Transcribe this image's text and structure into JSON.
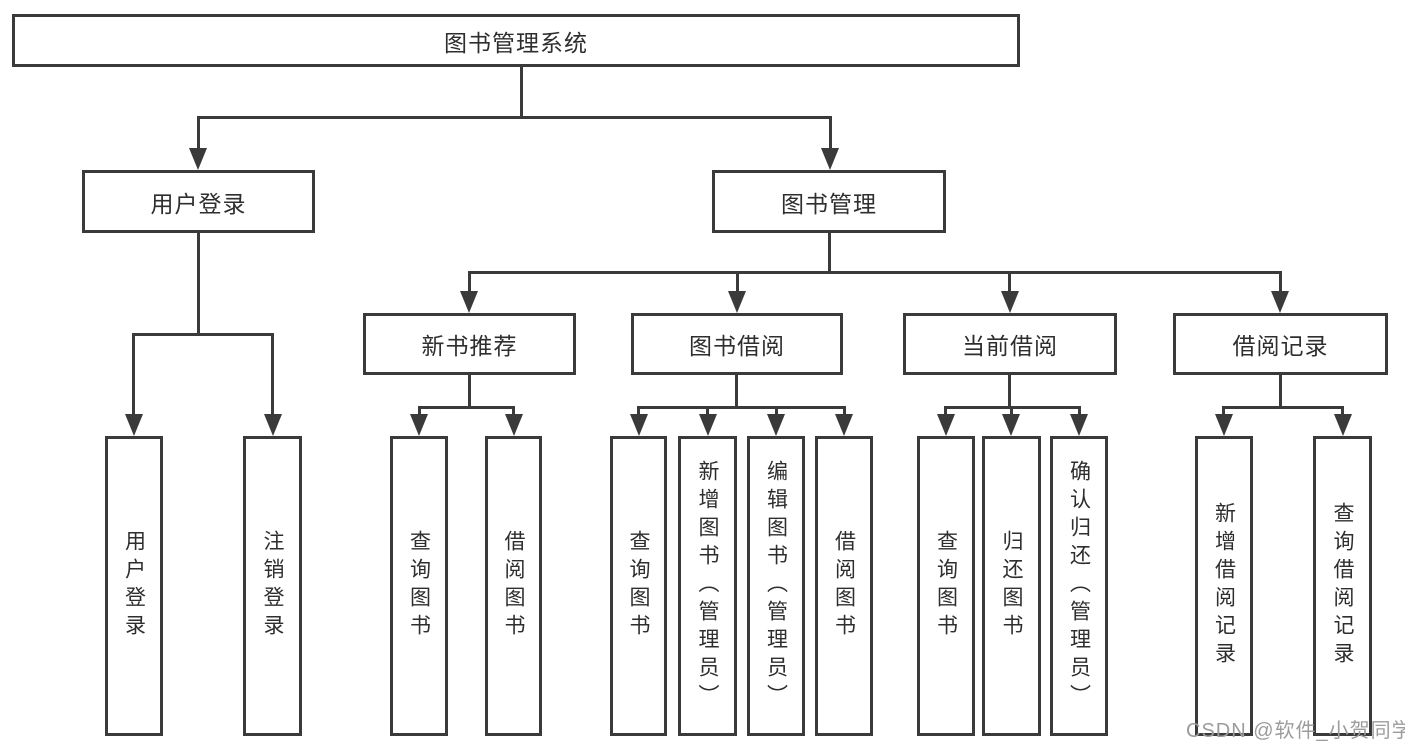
{
  "root": {
    "label": "图书管理系统"
  },
  "branches": [
    {
      "label": "用户登录",
      "children": [
        {
          "label": "用户登录"
        },
        {
          "label": "注销登录"
        }
      ]
    },
    {
      "label": "图书管理",
      "children": [
        {
          "label": "新书推荐",
          "children": [
            {
              "label": "查询图书"
            },
            {
              "label": "借阅图书"
            }
          ]
        },
        {
          "label": "图书借阅",
          "children": [
            {
              "label": "查询图书"
            },
            {
              "label": "新增图书（管理员）"
            },
            {
              "label": "编辑图书（管理员）"
            },
            {
              "label": "借阅图书"
            }
          ]
        },
        {
          "label": "当前借阅",
          "children": [
            {
              "label": "查询图书"
            },
            {
              "label": "归还图书"
            },
            {
              "label": "确认归还（管理员）"
            }
          ]
        },
        {
          "label": "借阅记录",
          "children": [
            {
              "label": "新增借阅记录"
            },
            {
              "label": "查询借阅记录"
            }
          ]
        }
      ]
    }
  ],
  "watermark": "CSDN @软件_小贺同学",
  "colors": {
    "line": "#3a3a3a",
    "text": "#2e2e2e",
    "watermark": "#9c9c9c",
    "background": "#ffffff"
  }
}
